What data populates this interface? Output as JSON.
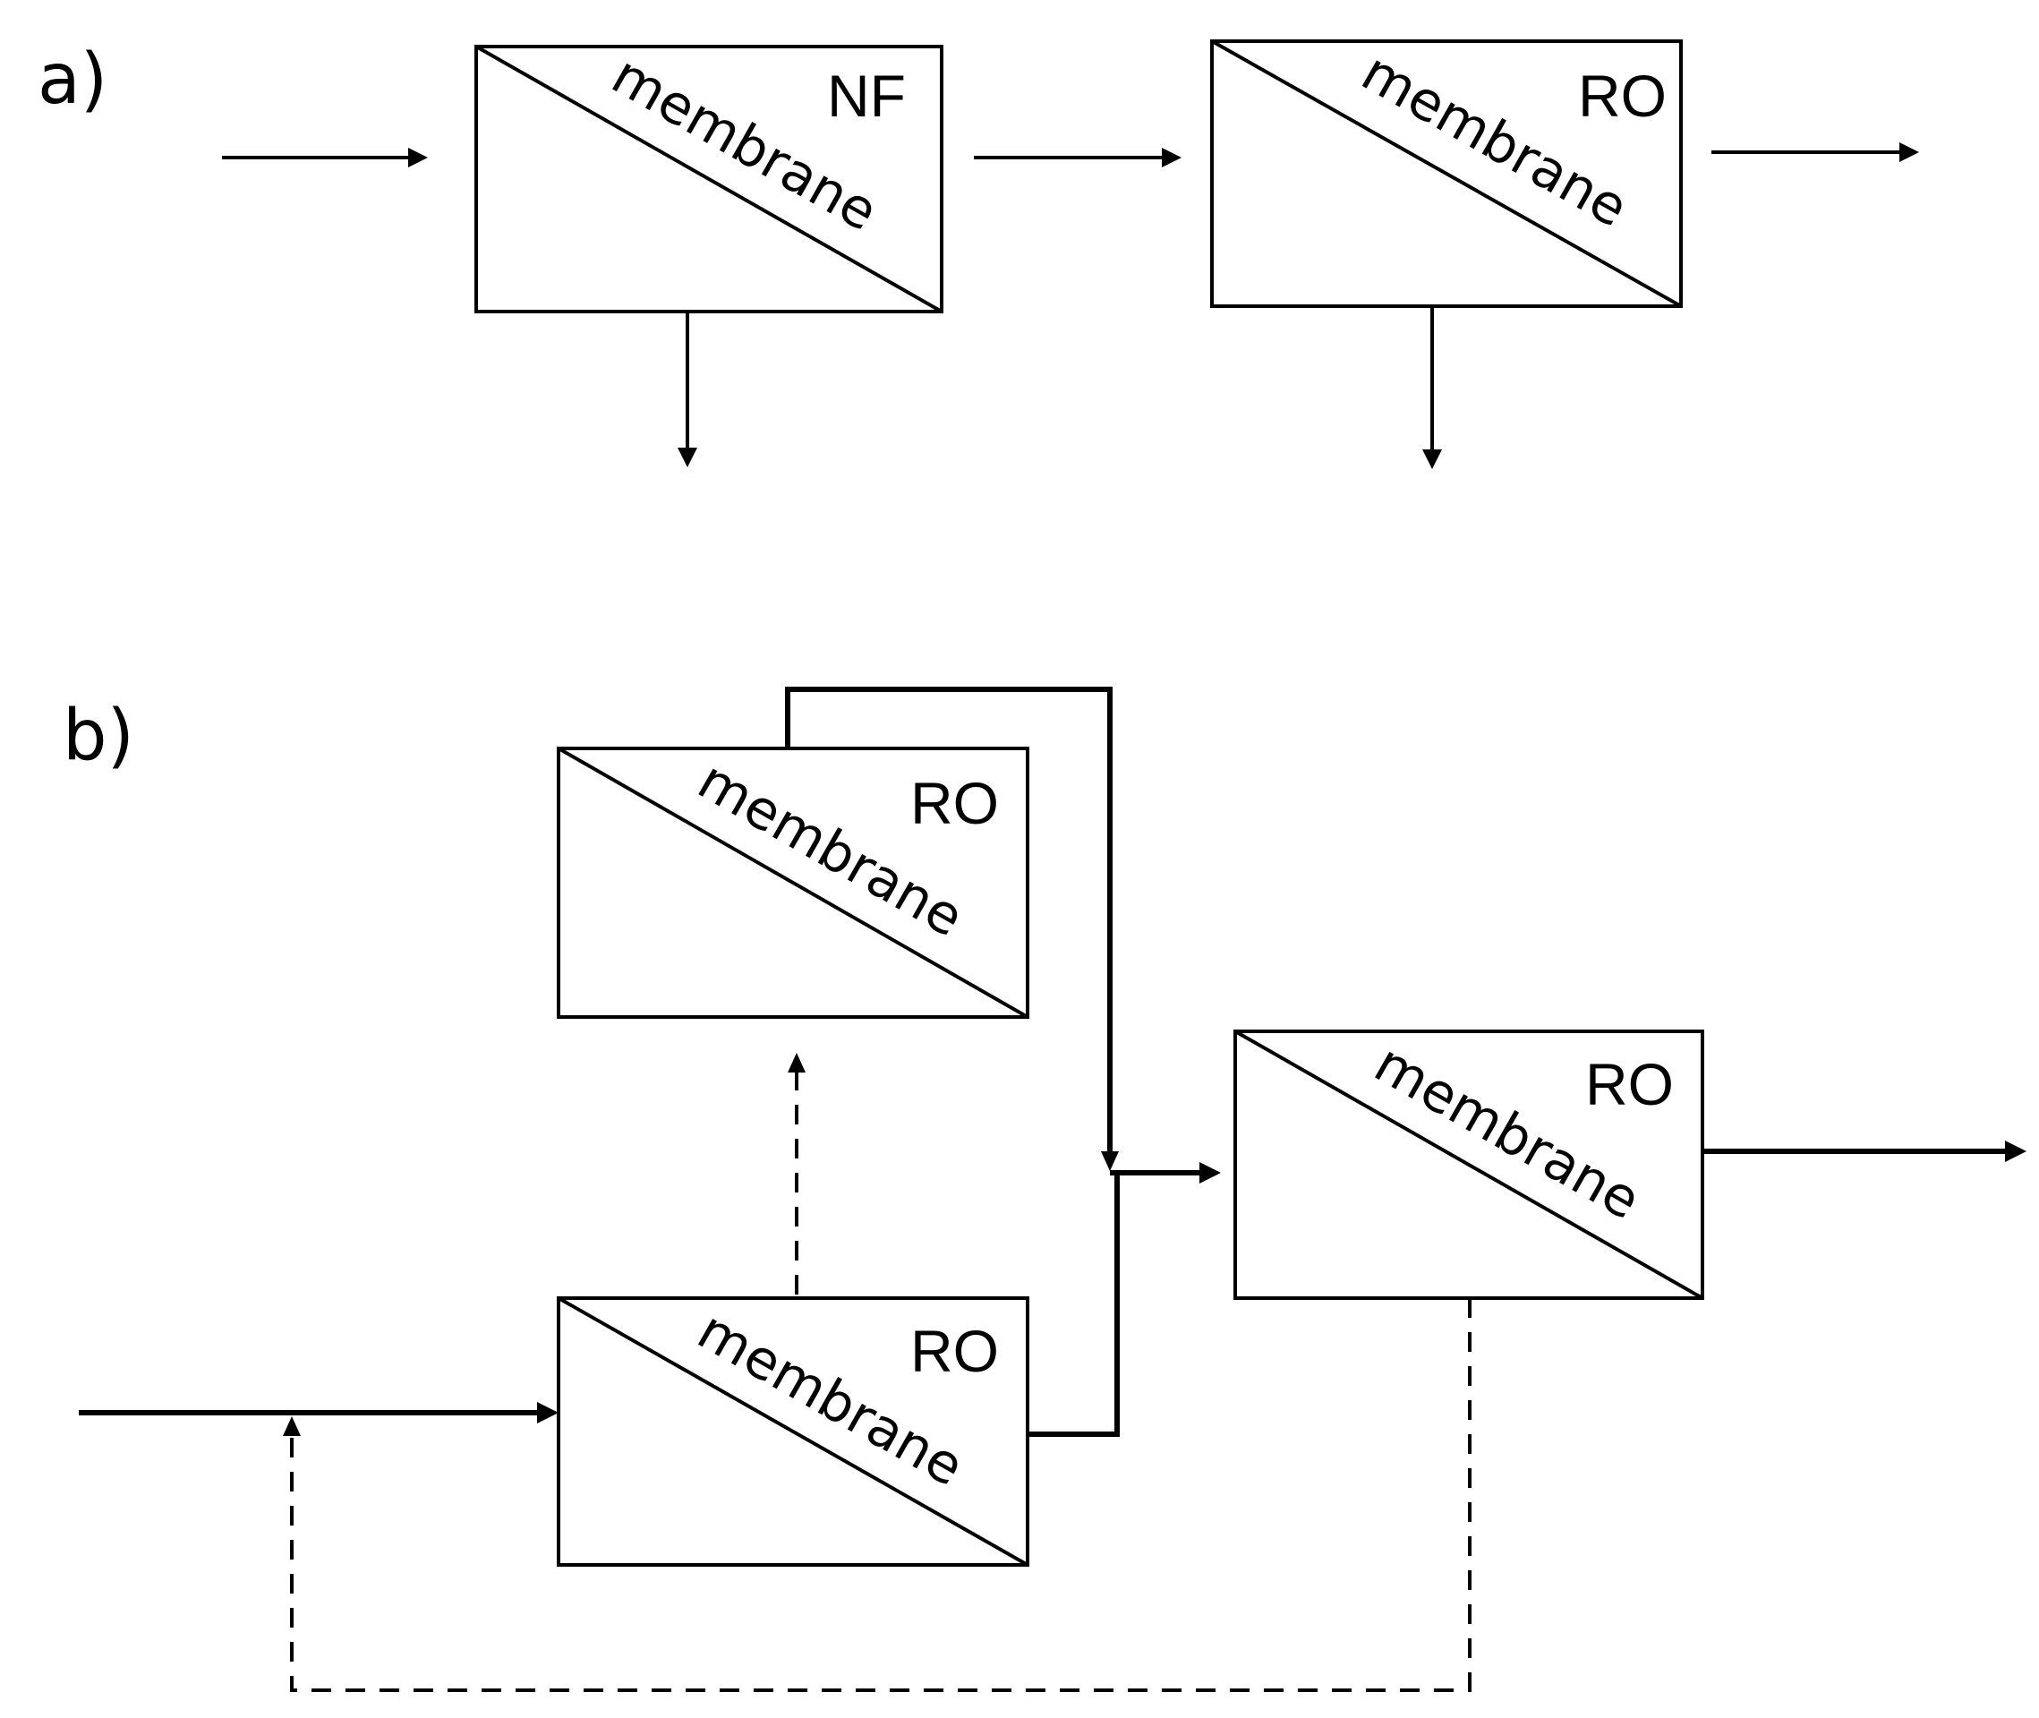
{
  "panels": {
    "a": {
      "label": "a)",
      "units": [
        {
          "type": "NF",
          "membrane": "membrane"
        },
        {
          "type": "RO",
          "membrane": "membrane"
        }
      ]
    },
    "b": {
      "label": "b)",
      "units": [
        {
          "type": "RO",
          "membrane": "membrane"
        },
        {
          "type": "RO",
          "membrane": "membrane"
        },
        {
          "type": "RO",
          "membrane": "membrane"
        }
      ]
    }
  }
}
